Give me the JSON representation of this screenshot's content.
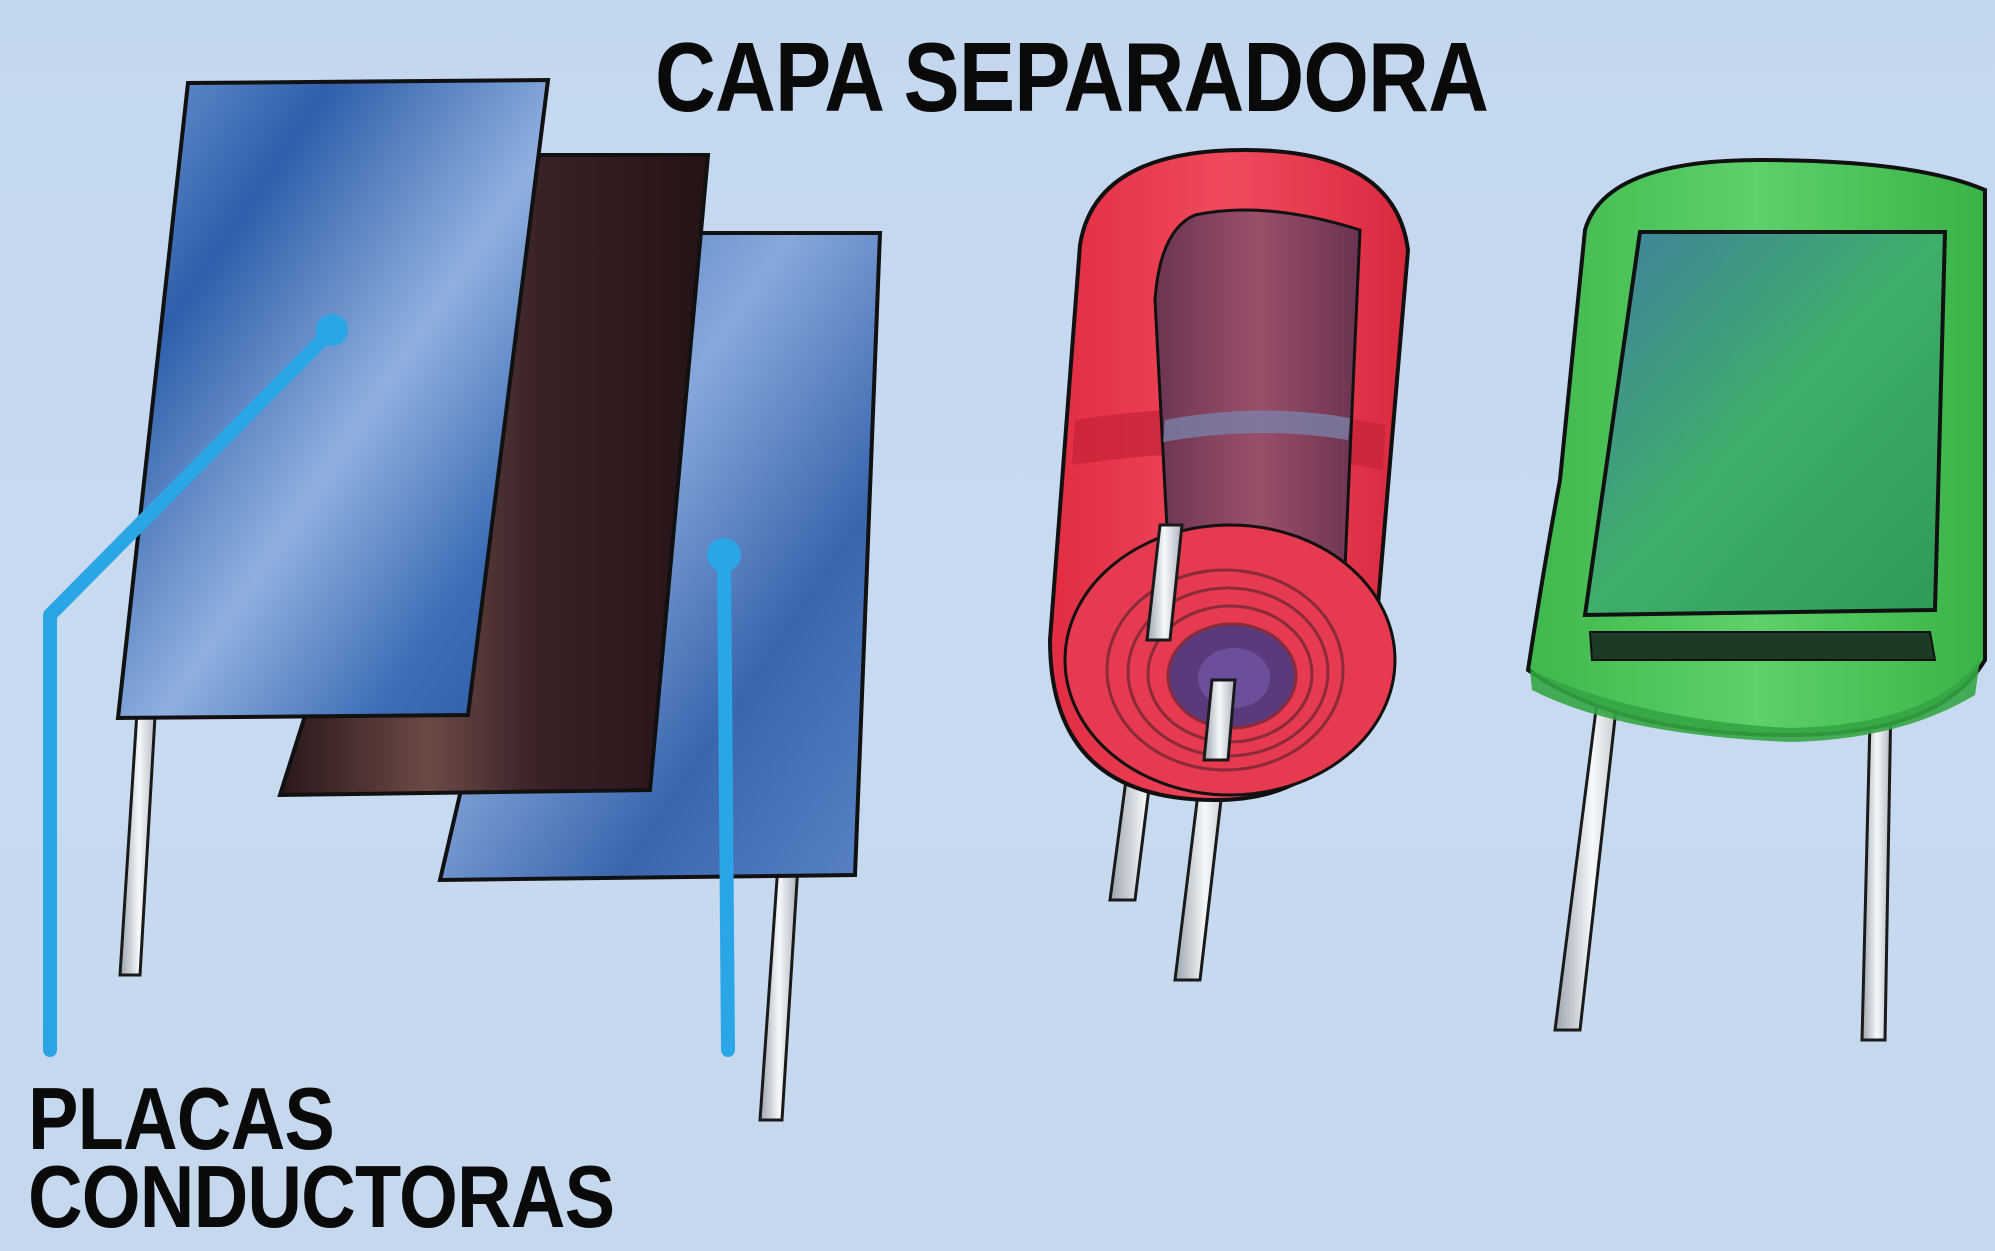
{
  "labels": {
    "separator_layer": "CAPA SEPARADORA",
    "conductive_plates_line1": "PLACAS",
    "conductive_plates_line2": "CONDUCTORAS"
  },
  "colors": {
    "background": "#c5d8ef",
    "plate_blue": "#3f6fb5",
    "separator_brown": "#3a2326",
    "cylinder_red": "#e8354a",
    "box_green": "#3fbf4f",
    "pointer_cyan": "#2aa6e6",
    "lead_white": "#eef2f7"
  },
  "components": [
    {
      "name": "exploded-plate-capacitor"
    },
    {
      "name": "rolled-cylinder-capacitor"
    },
    {
      "name": "boxed-plate-capacitor"
    }
  ]
}
